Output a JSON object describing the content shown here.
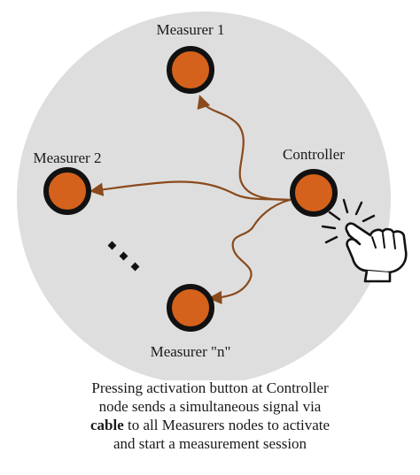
{
  "nodes": {
    "measurer_1": "Measurer 1",
    "measurer_2": "Measurer 2",
    "measurer_n": "Measurer \"n\"",
    "controller": "Controller"
  },
  "caption": {
    "line1": "Pressing activation button at Controller",
    "line2": "node sends a simultaneous signal via",
    "line3_bold": "cable",
    "line3_rest": " to all Measurers nodes to activate",
    "line4": "and start a measurement session"
  },
  "colors": {
    "circle_fill": "#dedede",
    "node_fill": "#d4621c",
    "node_ring": "#111111",
    "cable": "#8a4a1c",
    "text": "#1a1a1a"
  },
  "icons": {
    "ellipsis": "vertical-dots-icon",
    "hand": "pointing-hand-icon"
  }
}
